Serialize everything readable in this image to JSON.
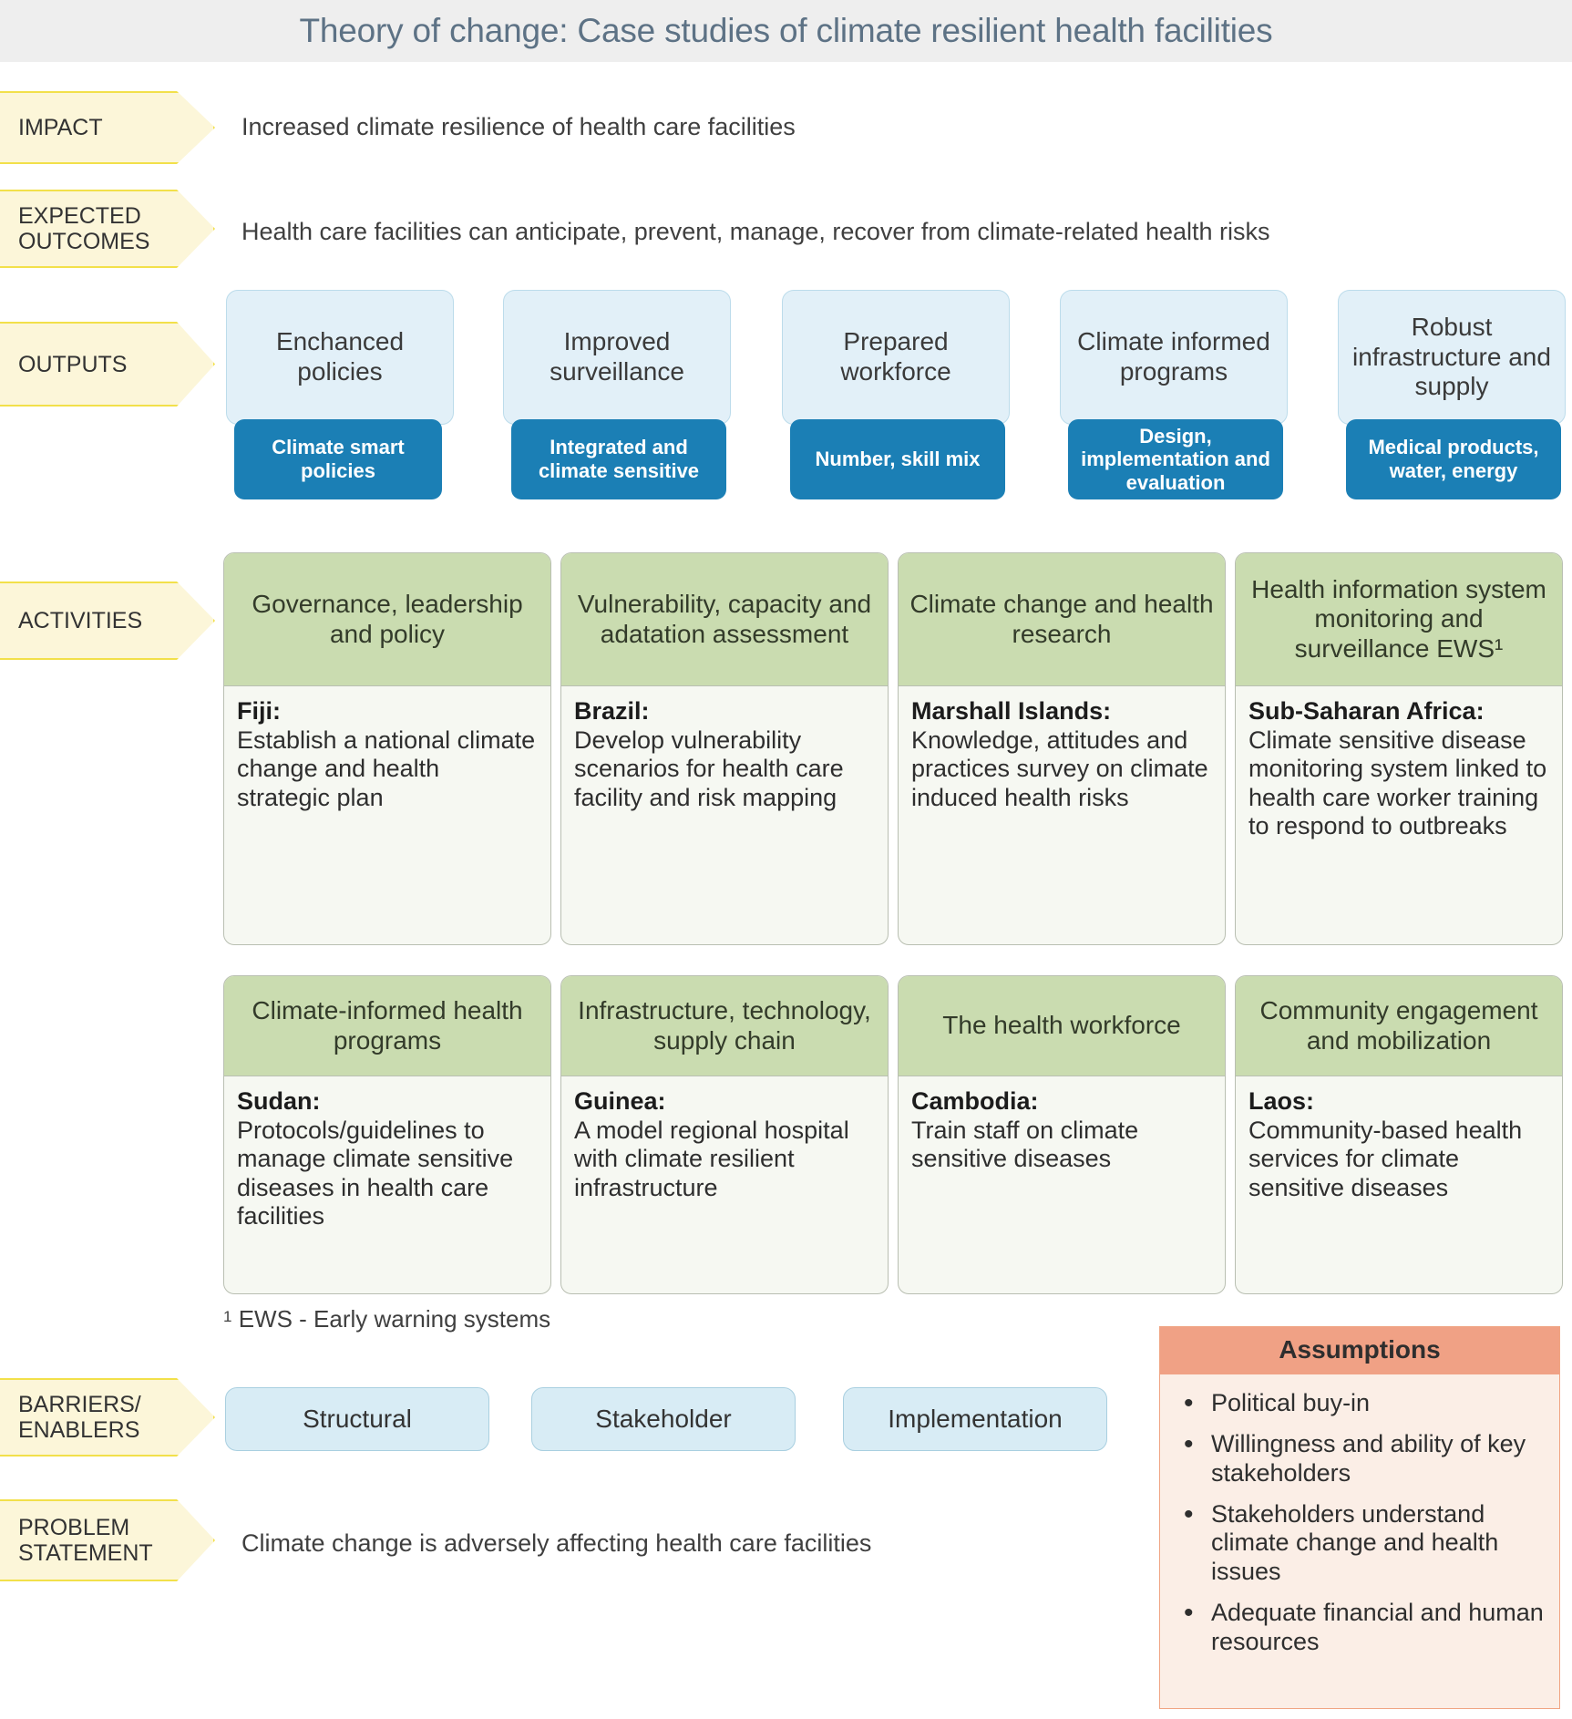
{
  "title": "Theory of change: Case studies of climate resilient health facilities",
  "stages": {
    "impact": {
      "label": "IMPACT",
      "body": "Increased climate resilience of health care facilities"
    },
    "expected_outcomes": {
      "label_line1": "EXPECTED",
      "label_line2": "OUTCOMES",
      "body": "Health care facilities can anticipate, prevent, manage, recover from climate-related health risks"
    },
    "outputs": {
      "label": "OUTPUTS"
    },
    "activities": {
      "label": "ACTIVITIES"
    },
    "barriers": {
      "label_line1": "BARRIERS/",
      "label_line2": "ENABLERS"
    },
    "problem": {
      "label_line1": "PROBLEM",
      "label_line2": "STATEMENT",
      "body": "Climate change is adversely affecting health care facilities"
    }
  },
  "outputs": [
    {
      "top": "Enchanced policies",
      "bottom": "Climate smart policies"
    },
    {
      "top": "Improved surveillance",
      "bottom": "Integrated and climate sensitive"
    },
    {
      "top": "Prepared workforce",
      "bottom": "Number, skill mix"
    },
    {
      "top": "Climate informed programs",
      "bottom": "Design, implementation and evaluation"
    },
    {
      "top": "Robust infrastructure and supply",
      "bottom": "Medical products, water, energy"
    }
  ],
  "activities_row1": [
    {
      "head": "Governance, leadership and policy",
      "country": "Fiji:",
      "detail": "Establish a national climate change and health strategic plan"
    },
    {
      "head": "Vulnerability, capacity and adatation assessment",
      "country": "Brazil:",
      "detail": "Develop vulnerability scenarios for health care facility and risk mapping"
    },
    {
      "head": "Climate change and health research",
      "country": "Marshall Islands:",
      "detail": "Knowledge, attitudes and practices survey on climate induced health risks"
    },
    {
      "head": "Health information system monitoring and surveillance EWS¹",
      "country": "Sub-Saharan Africa:",
      "detail": "Climate sensitive disease monitoring system linked to health care worker training to respond to outbreaks"
    }
  ],
  "activities_row2": [
    {
      "head": "Climate-informed health programs",
      "country": "Sudan:",
      "detail": "Protocols/guidelines to manage climate sensitive diseases in health care facilities"
    },
    {
      "head": "Infrastructure, technology, supply chain",
      "country": "Guinea:",
      "detail": "A model regional hospital with climate resilient infrastructure"
    },
    {
      "head": "The health workforce",
      "country": "Cambodia:",
      "detail": "Train staff on climate sensitive diseases"
    },
    {
      "head": "Community engagement and mobilization",
      "country": "Laos:",
      "detail": "Community-based health services for climate sensitive diseases"
    }
  ],
  "footnote": {
    "marker": "1",
    "text": "EWS - Early warning systems"
  },
  "barriers": [
    "Structural",
    "Stakeholder",
    "Implementation"
  ],
  "assumptions": {
    "title": "Assumptions",
    "items": [
      "Political buy-in",
      "Willingness and ability of key stakeholders",
      "Stakeholders understand climate change and health issues",
      "Adequate financial and human resources"
    ]
  },
  "colors": {
    "title_band": "#eeeeee",
    "title_text": "#5d7285",
    "tag_fill": "#fcf6d9",
    "tag_border": "#f2e04a",
    "output_light": "#e2f0f8",
    "output_dark": "#1b7fb5",
    "activity_head": "#cadcb0",
    "activity_body": "#f6f8f2",
    "barrier_fill": "#d8ecf5",
    "assumption_head": "#f0a185",
    "assumption_body": "#fbeee6"
  }
}
